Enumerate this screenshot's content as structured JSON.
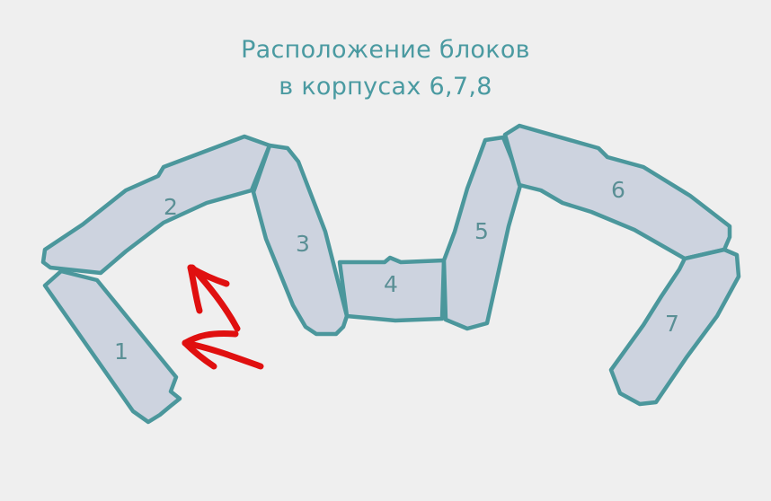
{
  "title": {
    "line1": "Расположение блоков",
    "line2": "в корпусах 6,7,8"
  },
  "blocks": [
    {
      "label": "1"
    },
    {
      "label": "2"
    },
    {
      "label": "3"
    },
    {
      "label": "4"
    },
    {
      "label": "5"
    },
    {
      "label": "6"
    },
    {
      "label": "7"
    }
  ],
  "colors": {
    "background": "#efefef",
    "block_fill": "#cdd3df",
    "block_outline": "#4b979c",
    "text": "#4a9aa1",
    "arrows": "#e01010"
  }
}
